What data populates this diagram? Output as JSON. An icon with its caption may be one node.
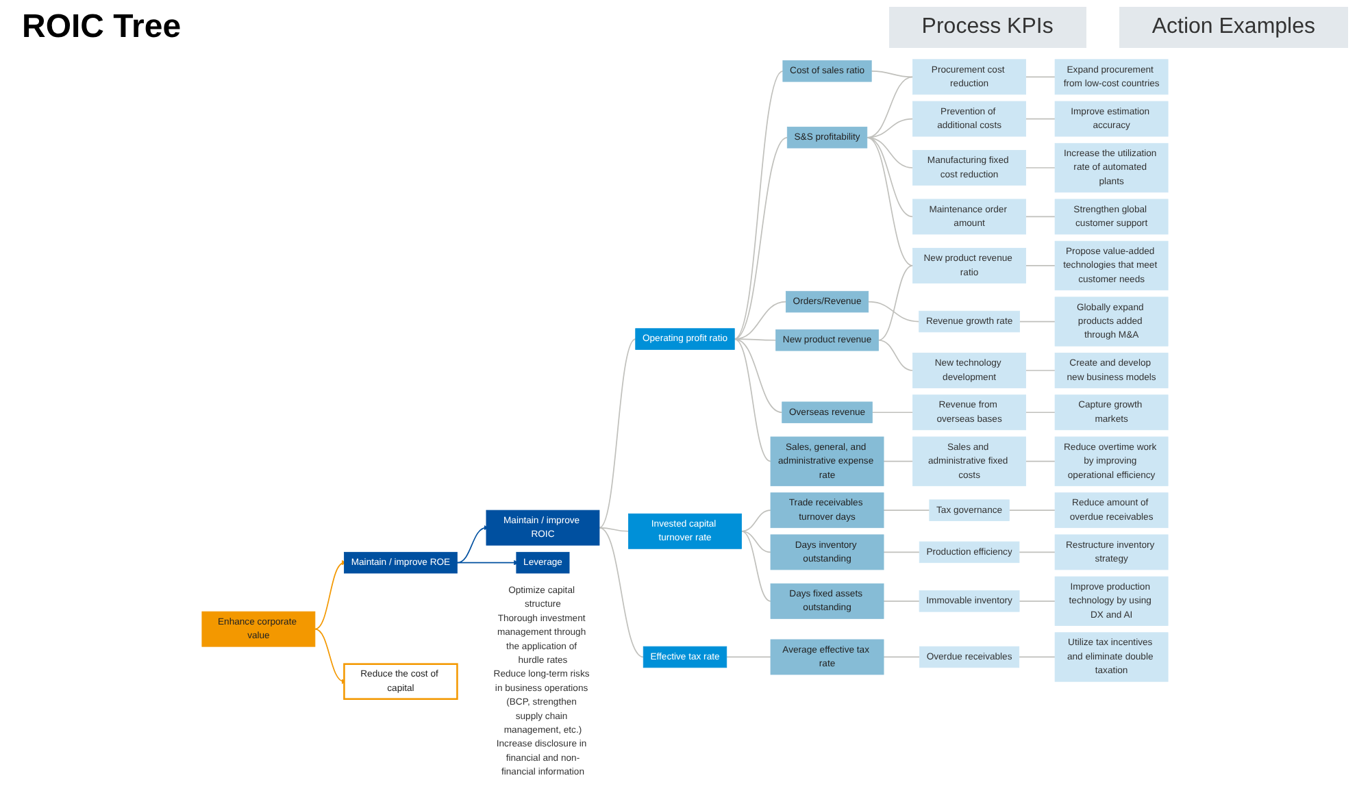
{
  "diagram": {
    "title": "ROIC Tree",
    "nodes": [
      {
        "text": [
          "Enhance corporate value"
        ]
      },
      {
        "text": [
          "Maintain / improve ROE"
        ]
      },
      {
        "text": [
          "Maintain / improve ROIC"
        ]
      },
      {
        "text": [
          "Leverage"
        ]
      },
      {
        "text": [
          "Reduce the cost of capital"
        ],
        "beside": [
          "Optimize capital structure",
          "Thorough investment management through the application of hurdle rates",
          "Reduce long-term risks in business operations (BCP, strengthen supply chain management, etc.)",
          "Increase disclosure in financial and non-financial information"
        ]
      },
      {
        "text": [
          "Operating profit ratio"
        ]
      },
      {
        "text": [
          "Invested capital turnover rate"
        ]
      },
      {
        "text": [
          "Effective tax rate"
        ]
      },
      {
        "text": [
          "Cost of sales ratio"
        ]
      },
      {
        "text": [
          "S&S profitability"
        ]
      },
      {
        "text": [
          "Orders/Revenue"
        ]
      },
      {
        "text": [
          "New product revenue"
        ]
      },
      {
        "text": [
          "Overseas revenue"
        ]
      },
      {
        "text": [
          "Sales, general, and administrative expense rate"
        ]
      },
      {
        "text": [
          "Trade receivables turnover days"
        ]
      },
      {
        "text": [
          "Days inventory outstanding"
        ]
      },
      {
        "text": [
          "Days fixed assets outstanding"
        ]
      },
      {
        "text": [
          "Average effective tax rate"
        ]
      },
      {
        "text": [
          "Procurement cost reduction"
        ]
      },
      {
        "text": [
          "Prevention of additional costs"
        ]
      },
      {
        "text": [
          "Manufacturing fixed cost reduction"
        ]
      },
      {
        "text": [
          "Maintenance order amount"
        ]
      },
      {
        "text": [
          "New product revenue ratio"
        ]
      },
      {
        "text": [
          "Revenue growth rate"
        ]
      },
      {
        "text": [
          "New technology development"
        ]
      },
      {
        "text": [
          "Revenue from overseas bases"
        ]
      },
      {
        "text": [
          "Sales and administrative fixed costs"
        ]
      },
      {
        "text": [
          "Tax governance"
        ]
      },
      {
        "text": [
          "Production efficiency"
        ]
      },
      {
        "text": [
          "Immovable inventory"
        ]
      },
      {
        "text": [
          "Overdue receivables"
        ]
      },
      {
        "text": [
          "Expand procurement from low-cost countries"
        ]
      },
      {
        "text": [
          "Improve estimation accuracy"
        ]
      },
      {
        "text": [
          "Increase the utilization rate of automated plants"
        ]
      },
      {
        "text": [
          "Strengthen global customer support"
        ]
      },
      {
        "text": [
          "Propose value-added technologies that meet customer needs"
        ]
      },
      {
        "text": [
          "Globally expand products added through M&A"
        ]
      },
      {
        "text": [
          "Create and develop new business models"
        ]
      },
      {
        "text": [
          "Capture growth markets"
        ]
      },
      {
        "text": [
          "Reduce overtime work by improving operational efficiency"
        ]
      },
      {
        "text": [
          "Reduce amount of overdue receivables"
        ]
      },
      {
        "text": [
          "Restructure inventory strategy"
        ]
      },
      {
        "text": [
          "Improve production technology by using DX and AI"
        ]
      },
      {
        "text": [
          "Utilize tax incentives and eliminate double taxation"
        ]
      }
    ],
    "edges": [
      {
        "from": 0,
        "to": 1,
        "arrow": "to",
        "color": "#f39800"
      },
      {
        "from": 0,
        "to": 4,
        "arrow": "to",
        "color": "#f39800"
      },
      {
        "from": 1,
        "to": 2,
        "arrow": "to",
        "color": "#0050a0"
      },
      {
        "from": 1,
        "to": 3,
        "arrow": "to",
        "color": "#0050a0"
      },
      {
        "from": 2,
        "to": 5,
        "arrow": "none"
      },
      {
        "from": 2,
        "to": 6,
        "arrow": "none"
      },
      {
        "from": 2,
        "to": 7,
        "arrow": "none"
      },
      {
        "from": 5,
        "to": 8,
        "arrow": "none"
      },
      {
        "from": 5,
        "to": 9,
        "arrow": "none"
      },
      {
        "from": 5,
        "to": 10,
        "arrow": "none"
      },
      {
        "from": 5,
        "to": 11,
        "arrow": "none"
      },
      {
        "from": 5,
        "to": 12,
        "arrow": "none"
      },
      {
        "from": 5,
        "to": 13,
        "arrow": "none"
      },
      {
        "from": 6,
        "to": 14,
        "arrow": "none"
      },
      {
        "from": 6,
        "to": 15,
        "arrow": "none"
      },
      {
        "from": 6,
        "to": 16,
        "arrow": "none"
      },
      {
        "from": 7,
        "to": 17,
        "arrow": "none"
      },
      {
        "from": 8,
        "to": 18,
        "arrow": "none"
      },
      {
        "from": 9,
        "to": 18,
        "arrow": "none"
      },
      {
        "from": 9,
        "to": 19,
        "arrow": "none"
      },
      {
        "from": 9,
        "to": 20,
        "arrow": "none"
      },
      {
        "from": 9,
        "to": 21,
        "arrow": "none"
      },
      {
        "from": 9,
        "to": 22,
        "arrow": "none"
      },
      {
        "from": 10,
        "to": 23,
        "arrow": "none"
      },
      {
        "from": 11,
        "to": 22,
        "arrow": "none"
      },
      {
        "from": 11,
        "to": 24,
        "arrow": "none"
      },
      {
        "from": 12,
        "to": 25,
        "arrow": "none"
      },
      {
        "from": 13,
        "to": 26,
        "arrow": "none"
      },
      {
        "from": 14,
        "to": 27,
        "arrow": "none"
      },
      {
        "from": 15,
        "to": 28,
        "arrow": "none"
      },
      {
        "from": 16,
        "to": 29,
        "arrow": "none"
      },
      {
        "from": 17,
        "to": 30,
        "arrow": "none"
      },
      {
        "from": 18,
        "to": 31,
        "arrow": "none"
      },
      {
        "from": 19,
        "to": 32,
        "arrow": "none"
      },
      {
        "from": 20,
        "to": 33,
        "arrow": "none"
      },
      {
        "from": 21,
        "to": 34,
        "arrow": "none"
      },
      {
        "from": 22,
        "to": 35,
        "arrow": "none"
      },
      {
        "from": 23,
        "to": 36,
        "arrow": "none"
      },
      {
        "from": 24,
        "to": 37,
        "arrow": "none"
      },
      {
        "from": 25,
        "to": 38,
        "arrow": "none"
      },
      {
        "from": 26,
        "to": 39,
        "arrow": "none"
      },
      {
        "from": 27,
        "to": 40,
        "arrow": "none"
      },
      {
        "from": 28,
        "to": 41,
        "arrow": "none"
      },
      {
        "from": 29,
        "to": 42,
        "arrow": "none"
      },
      {
        "from": 30,
        "to": 43,
        "arrow": "none"
      }
    ],
    "labels": [
      "Process KPIs",
      "Action Examples"
    ]
  }
}
